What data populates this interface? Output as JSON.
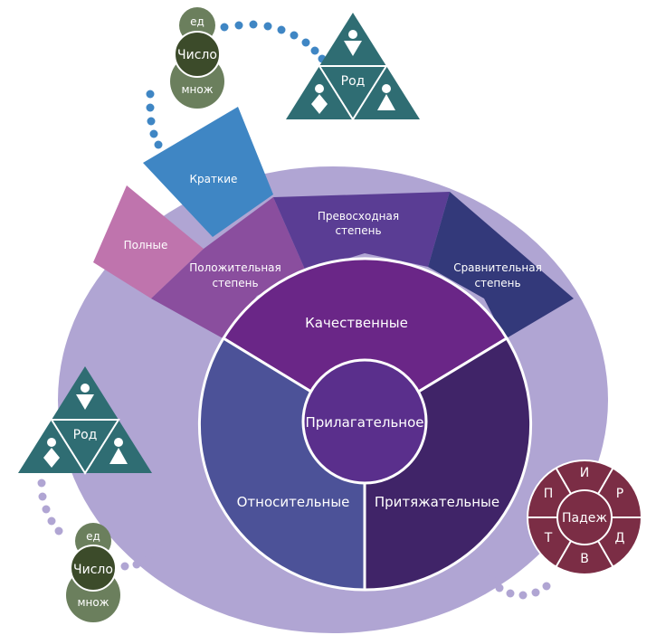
{
  "center": {
    "label": "Прилагательное"
  },
  "inner_sectors": {
    "qualitative": "Качественные",
    "relative": "Относительные",
    "possessive": "Притяжательные"
  },
  "outer_sectors": {
    "short": "Краткие",
    "full": "Полные",
    "positive_line1": "Положительная",
    "positive_line2": "степень",
    "superlative_line1": "Превосходная",
    "superlative_line2": "степень",
    "comparative_line1": "Сравнительная",
    "comparative_line2": "степень"
  },
  "number_group_top": {
    "singular": "ед",
    "label": "Число",
    "plural": "множ"
  },
  "number_group_bottom": {
    "singular": "ед",
    "label": "Число",
    "plural": "множ"
  },
  "gender_group_top": {
    "label": "Род"
  },
  "gender_group_left": {
    "label": "Род"
  },
  "case_wheel": {
    "label": "Падеж",
    "cases": [
      "И",
      "Р",
      "Д",
      "В",
      "Т",
      "П"
    ]
  },
  "colors": {
    "outer_ellipse": "#b0a5d3",
    "qualitative": "#6a2687",
    "relative": "#4c5298",
    "possessive": "#402468",
    "center": "#5a2f8c",
    "short": "#3f86c4",
    "full": "#bf74ad",
    "positive": "#8a4e9e",
    "superlative": "#5a3d94",
    "comparative": "#33397a",
    "gender_triangle": "#2f6d73",
    "number_dark": "#3c4b2a",
    "number_light": "#6b7f5d",
    "case_wheel": "#7b2d45",
    "connector_blue": "#3f86c4",
    "connector_lilac": "#b0a5d3"
  }
}
